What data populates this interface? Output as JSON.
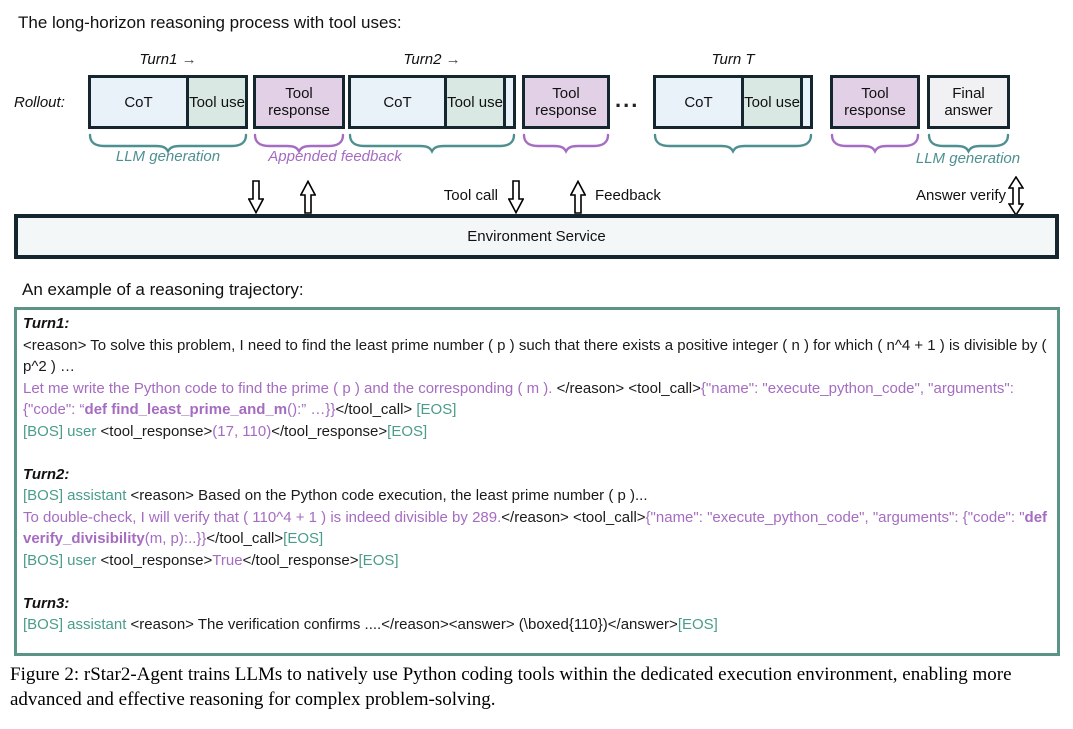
{
  "title": "The long-horizon reasoning process with tool uses:",
  "diagram": {
    "rollout_label": "Rollout:",
    "turn1_label": "Turn1",
    "turn2_label": "Turn2",
    "turnT_label": "Turn T",
    "turn_arrow": "→",
    "cot_label": "CoT",
    "tool_use_label": "Tool use",
    "tool_response_label": "Tool response",
    "final_answer_label": "Final answer",
    "dots": "...",
    "llm_generation_label": "LLM generation",
    "appended_feedback_label": "Appended feedback",
    "llm_generation_label_right": "LLM generation",
    "tool_call_label": "Tool call",
    "feedback_label": "Feedback",
    "answer_verify_label": "Answer verify",
    "env_service_label": "Environment Service"
  },
  "trajectory": {
    "heading": "An example of a reasoning trajectory:",
    "turns": [
      {
        "header": "Turn1:",
        "lines": [
          [
            {
              "c": "k",
              "t": "<reason> To solve this problem, I need to find the least prime number ( p ) such that there exists a positive integer ( n ) for which ( n^4 + 1 ) is divisible by ( p^2 ) …"
            }
          ],
          [
            {
              "c": "p",
              "t": "Let me write the Python code to find the prime ( p ) and the corresponding ( m ). "
            },
            {
              "c": "k",
              "t": "</reason> <tool_call>"
            },
            {
              "c": "p",
              "t": "{\"name\": \"execute_python_code\", \"arguments\": {\"code\": “"
            },
            {
              "c": "pb",
              "t": "def find_least_prime_and_m"
            },
            {
              "c": "p",
              "t": "():” …}}"
            },
            {
              "c": "k",
              "t": "</tool_call>"
            },
            {
              "c": "g",
              "t": " [EOS]"
            }
          ],
          [
            {
              "c": "g",
              "t": "[BOS] user "
            },
            {
              "c": "k",
              "t": "<tool_response>"
            },
            {
              "c": "p",
              "t": "(17, 110)"
            },
            {
              "c": "k",
              "t": "</tool_response>"
            },
            {
              "c": "g",
              "t": "[EOS]"
            }
          ]
        ]
      },
      {
        "header": "Turn2:",
        "lines": [
          [
            {
              "c": "g",
              "t": "[BOS] assistant "
            },
            {
              "c": "k",
              "t": "<reason> Based on the Python code execution, the least prime number ( p )..."
            }
          ],
          [
            {
              "c": "p",
              "t": "To double-check, I will verify that ( 110^4 + 1 ) is indeed divisible by 289."
            },
            {
              "c": "k",
              "t": "</reason> <tool_call>"
            },
            {
              "c": "p",
              "t": "{\"name\": \"execute_python_code\", \"arguments\": {\"code\": \""
            },
            {
              "c": "pb",
              "t": "def verify_divisibility"
            },
            {
              "c": "p",
              "t": "(m, p):..}}"
            },
            {
              "c": "k",
              "t": "</tool_call>"
            },
            {
              "c": "g",
              "t": "[EOS]"
            }
          ],
          [
            {
              "c": "g",
              "t": "[BOS] user "
            },
            {
              "c": "k",
              "t": "<tool_response>"
            },
            {
              "c": "p",
              "t": "True"
            },
            {
              "c": "k",
              "t": "</tool_response>"
            },
            {
              "c": "g",
              "t": "[EOS]"
            }
          ]
        ]
      },
      {
        "header": "Turn3:",
        "lines": [
          [
            {
              "c": "g",
              "t": "[BOS] assistant "
            },
            {
              "c": "k",
              "t": "<reason> The verification confirms ....</reason><answer> (\\boxed{110})</answer>"
            },
            {
              "c": "g",
              "t": "[EOS]"
            }
          ]
        ]
      }
    ]
  },
  "caption": {
    "text": "Figure 2: rStar2-Agent trains LLMs to natively use Python coding tools within the dedicated execution environment, enabling more advanced and effective reasoning for complex problem-solving."
  },
  "colors": {
    "purple_text": "#a56cc1",
    "teal_text": "#4a9c8c",
    "brace_teal": "#4e9090",
    "brace_purple": "#a56cc1",
    "box_border": "#16262e",
    "cot_fill": "#e9f1f9",
    "tool_use_fill": "#d9e8e3",
    "tool_response_fill": "#e2d1e6",
    "final_answer_fill": "#f1f1f3",
    "env_fill": "#f4f7f7",
    "trajectory_border": "#5b9387"
  }
}
